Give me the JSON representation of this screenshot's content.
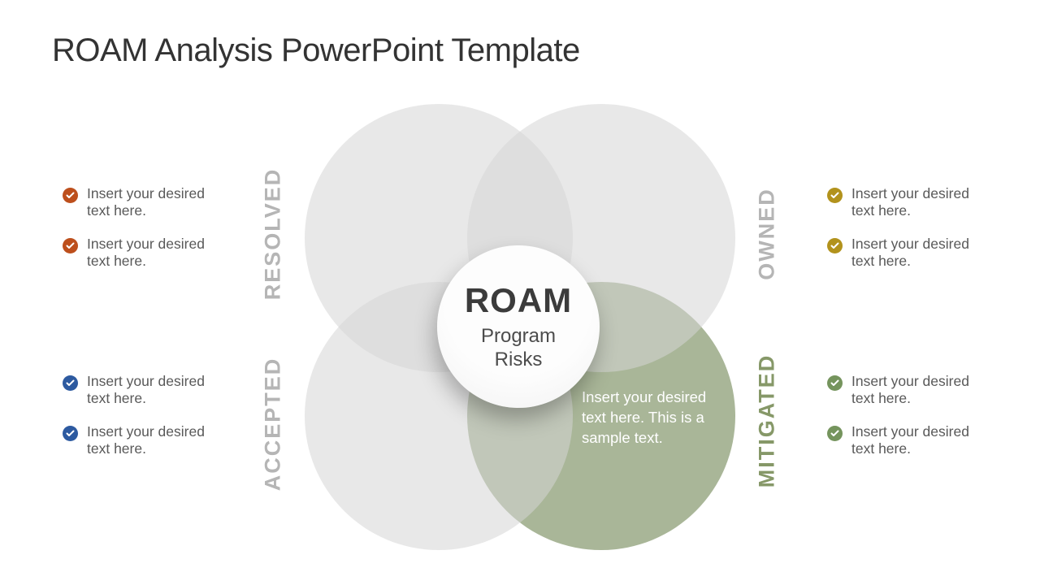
{
  "slide": {
    "title": "ROAM Analysis PowerPoint Template"
  },
  "center_circle": {
    "acronym": "ROAM",
    "subtitle": "Program Risks"
  },
  "sample_text": "Insert your desired text here. This is a sample text.",
  "quadrants": [
    {
      "key": "resolved",
      "label": "RESOLVED",
      "label_color": "#b5b5b5",
      "icon": "check-circle",
      "icon_color": "#bd4f1c",
      "items": [
        "Insert your desired text here.",
        "Insert your desired text here."
      ]
    },
    {
      "key": "owned",
      "label": "OWNED",
      "label_color": "#b5b5b5",
      "icon": "check-circle",
      "icon_color": "#b2921c",
      "items": [
        "Insert your desired text here.",
        "Insert your desired text here."
      ]
    },
    {
      "key": "accepted",
      "label": "ACCEPTED",
      "label_color": "#b5b5b5",
      "icon": "check-circle",
      "icon_color": "#2d5aa0",
      "items": [
        "Insert your desired text here.",
        "Insert your desired text here."
      ]
    },
    {
      "key": "mitigated",
      "label": "MITIGATED",
      "label_color": "#869868",
      "icon": "check-circle",
      "icon_color": "#75945d",
      "items": [
        "Insert your desired text here.",
        "Insert your desired text here."
      ]
    }
  ],
  "colors": {
    "background": "#ffffff",
    "title_text": "#333333",
    "body_text": "#595959",
    "circle_gray": "rgba(213,213,213,0.55)",
    "circle_green": "#a9b698",
    "center_text": "#3b3b3b"
  }
}
